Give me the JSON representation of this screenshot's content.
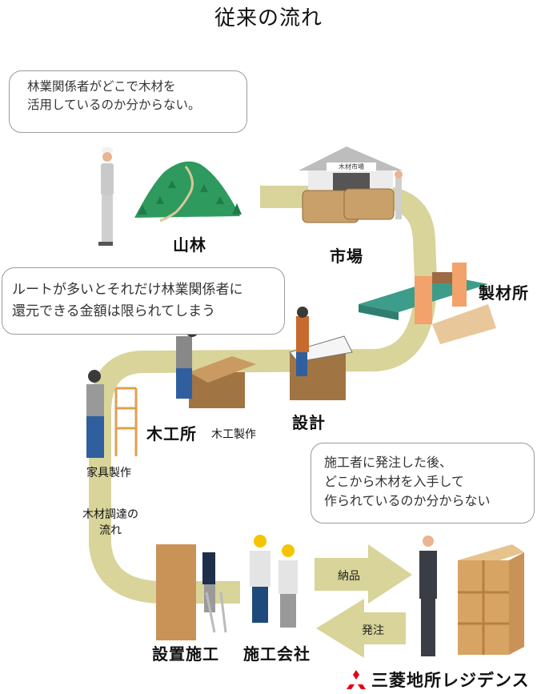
{
  "title": "従来の流れ",
  "colors": {
    "flow_path": "#d8d49a",
    "forest_green": "#2e9a5e",
    "machine_teal": "#3e9c8a",
    "wood": "#d8a463",
    "bubble_border": "#9a9a9a",
    "logo_red": "#e60012"
  },
  "bubbles": {
    "forestry": {
      "lines": [
        "林業関係者がどこで木材を",
        "活用しているのか分からない。"
      ]
    },
    "route": {
      "lines": [
        "ルートが多いとそれだけ林業関係者に",
        "還元できる金額は限られてしまう"
      ]
    },
    "client": {
      "lines": [
        "施工者に発注した後、",
        "どこから木材を入手して",
        "作られているのか分からない"
      ]
    }
  },
  "stages": {
    "forest": "山林",
    "market": "市場",
    "market_sign": "木材市場",
    "sawmill": "製材所",
    "design": "設計",
    "woodshop": "木工所",
    "woodshop_sub": "木工製作",
    "furniture_sub": "家具製作",
    "installation": "設置施工",
    "contractor": "施工会社"
  },
  "flow_label": {
    "line1": "木材調達の",
    "line2": "流れ"
  },
  "arrows": {
    "delivery": "納品",
    "order": "発注"
  },
  "logo": {
    "icon": "three-diamonds-icon",
    "text": "三菱地所レジデンス"
  }
}
